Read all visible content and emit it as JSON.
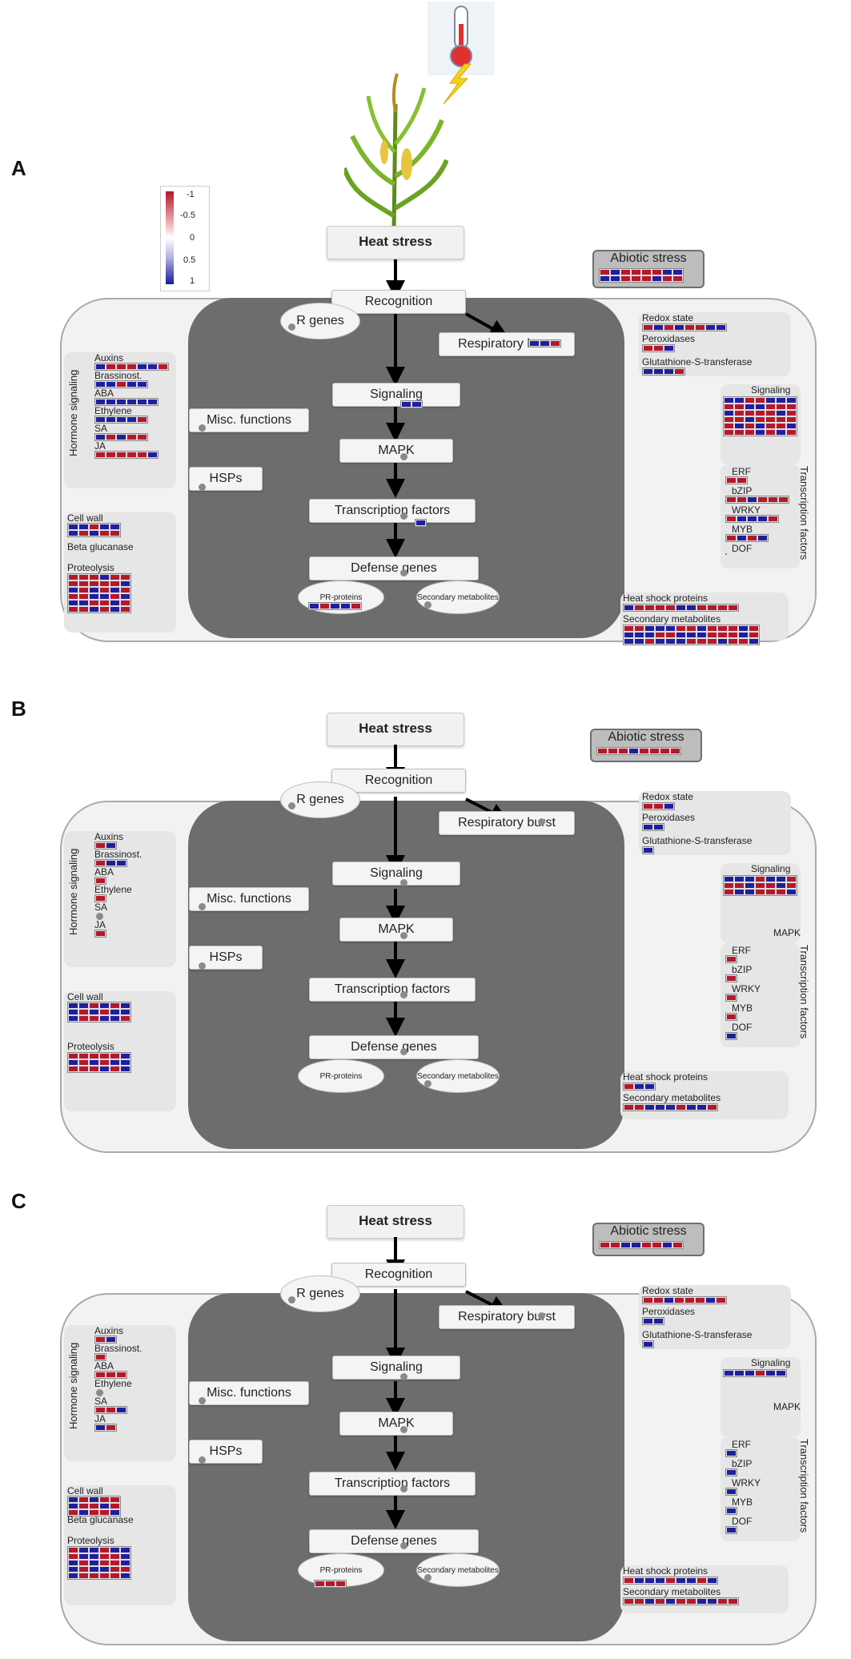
{
  "panels": [
    "A",
    "B",
    "C"
  ],
  "heat_stress": "Heat stress",
  "labels": {
    "recognition": "Recognition",
    "r_genes": "R genes",
    "respiratory_burst": "Respiratory burst",
    "signaling": "Signaling",
    "mapk": "MAPK",
    "transcription_factors": "Transcription factors",
    "defense_genes": "Defense genes",
    "pr_proteins": "PR-proteins",
    "secondary_metabolites": "Secondary metabolites",
    "misc_functions": "Misc. functions",
    "hsps": "HSPs",
    "abiotic_stress": "Abiotic stress",
    "hormone_signaling": "Hormone signaling",
    "auxins": "Auxins",
    "brassinost": "Brassinost.",
    "aba": "ABA",
    "ethylene": "Ethylene",
    "sa": "SA",
    "ja": "JA",
    "cell_wall": "Cell wall",
    "beta_glucanase": "Beta glucanase",
    "proteolysis": "Proteolysis",
    "redox_state": "Redox state",
    "peroxidases": "Peroxidases",
    "glutathione": "Glutathione-S-transferase",
    "signaling_right": "Signaling",
    "mapk_right": "MAPK",
    "erf": "ERF",
    "bzip": "bZIP",
    "wrky": "WRKY",
    "myb": "MYB",
    "dof": "DOF",
    "transcription_factors_side": "Transcription factors",
    "heat_shock_proteins": "Heat shock proteins",
    "secondary_metabolites_right": "Secondary metabolites"
  },
  "legend": {
    "ticks": [
      "-1",
      "-0.5",
      "0",
      "0.5",
      "1"
    ],
    "colors": {
      "neg": "#b0172a",
      "pos": "#1a1aa0",
      "zero": "#ffffff"
    }
  },
  "colors": {
    "red": "#b5182b",
    "blue": "#1f1f9e",
    "cell_bg": "#f2f2f2",
    "inner_bg": "#6d6d6d"
  }
}
